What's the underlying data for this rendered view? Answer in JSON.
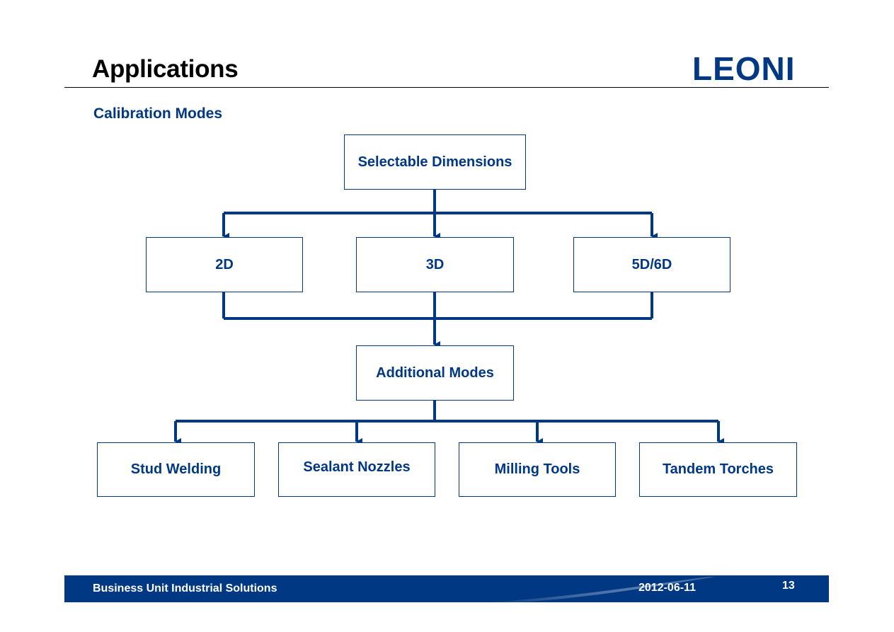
{
  "header": {
    "title": "Applications",
    "logo": "LEONI",
    "subtitle": "Calibration Modes"
  },
  "diagram": {
    "root": "Selectable Dimensions",
    "dimensions": [
      "2D",
      "3D",
      "5D/6D"
    ],
    "middle": "Additional Modes",
    "modes": [
      "Stud Welding",
      "Sealant Nozzles",
      "Milling Tools",
      "Tandem Torches"
    ]
  },
  "footer": {
    "unit": "Business Unit Industrial Solutions",
    "date": "2012-06-11",
    "page": "13"
  },
  "colors": {
    "brand": "#003883",
    "title": "#000000",
    "background": "#ffffff"
  }
}
